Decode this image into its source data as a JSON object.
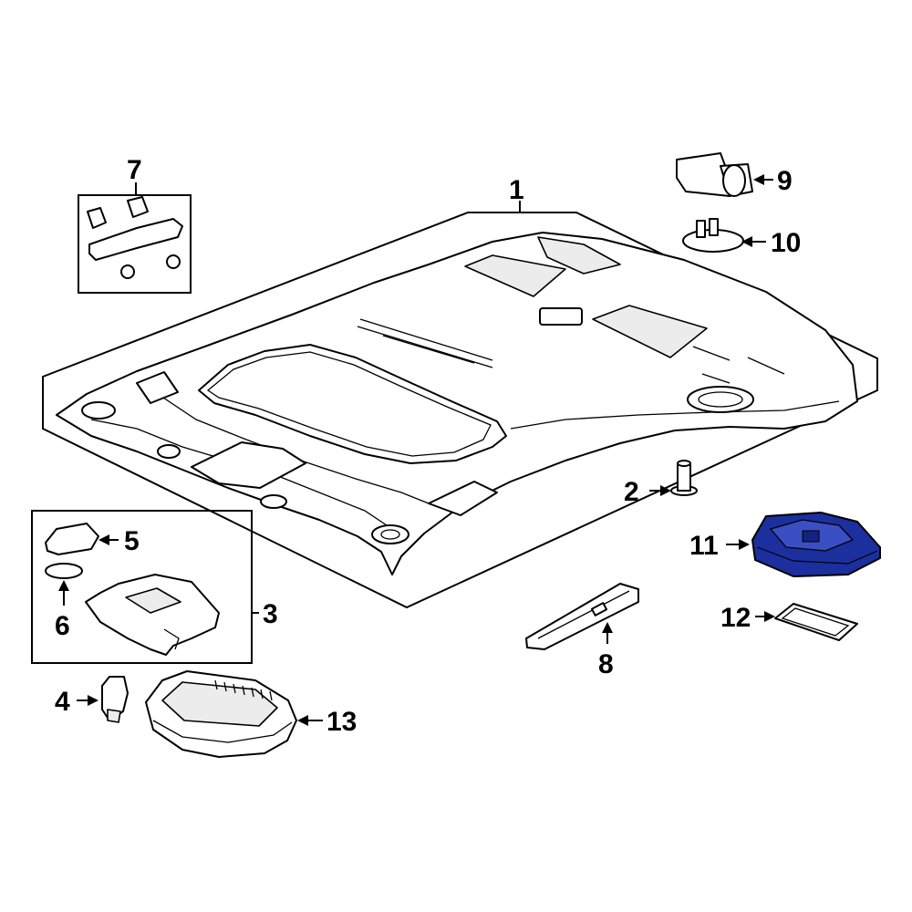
{
  "diagram": {
    "highlight_color": "#1c2f9e",
    "callouts": [
      {
        "id": "1",
        "label": "1"
      },
      {
        "id": "2",
        "label": "2"
      },
      {
        "id": "3",
        "label": "3"
      },
      {
        "id": "4",
        "label": "4"
      },
      {
        "id": "5",
        "label": "5"
      },
      {
        "id": "6",
        "label": "6"
      },
      {
        "id": "7",
        "label": "7"
      },
      {
        "id": "8",
        "label": "8"
      },
      {
        "id": "9",
        "label": "9"
      },
      {
        "id": "10",
        "label": "10"
      },
      {
        "id": "11",
        "label": "11"
      },
      {
        "id": "12",
        "label": "12"
      },
      {
        "id": "13",
        "label": "13"
      }
    ],
    "highlighted_part": "11"
  }
}
